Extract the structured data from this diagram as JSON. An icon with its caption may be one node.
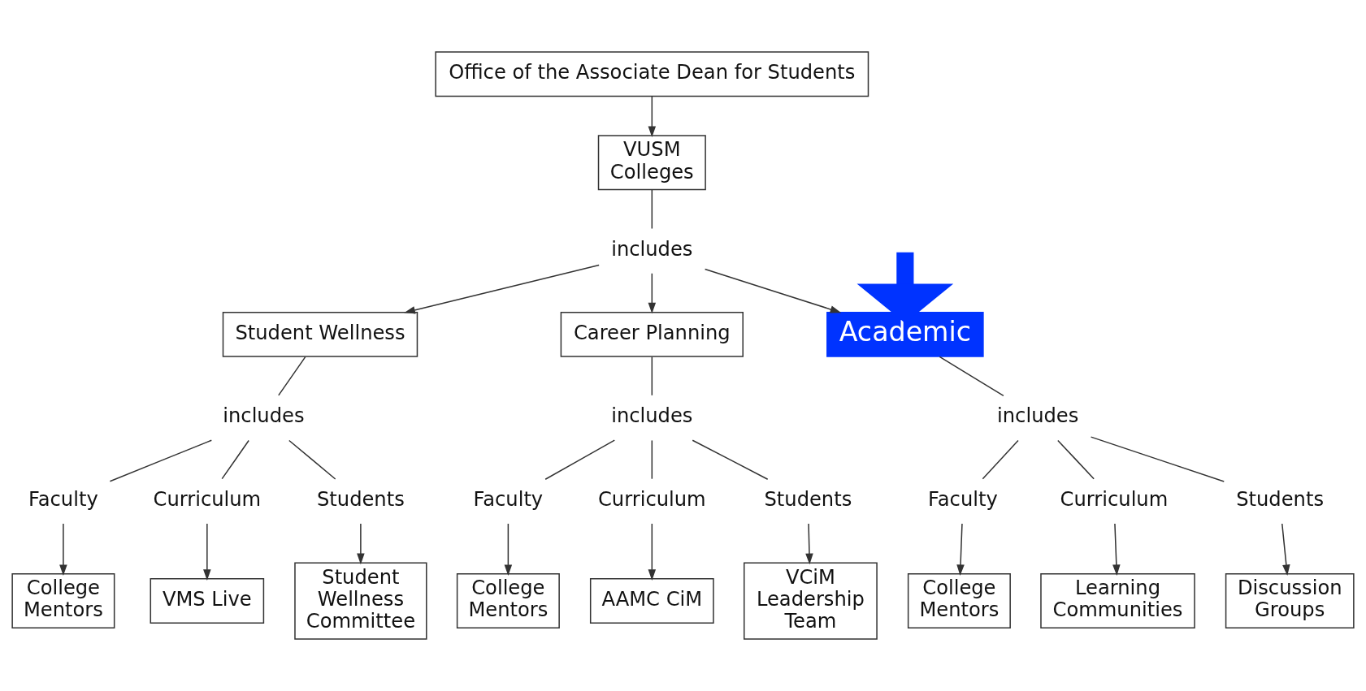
{
  "diagram": {
    "nodes": [
      {
        "text": [
          "Office of the Associate Dean for Students"
        ]
      },
      {
        "text": [
          "VUSM Colleges"
        ]
      },
      {
        "text": [
          "includes"
        ]
      },
      {
        "text": [
          "Student Wellness"
        ]
      },
      {
        "text": [
          "Career Planning"
        ]
      },
      {
        "text": [
          "Academic"
        ]
      },
      {
        "text": [
          "includes"
        ]
      },
      {
        "text": [
          "includes"
        ]
      },
      {
        "text": [
          "includes"
        ]
      },
      {
        "text": [
          "Faculty"
        ]
      },
      {
        "text": [
          "Curriculum"
        ]
      },
      {
        "text": [
          "Students"
        ]
      },
      {
        "text": [
          "Faculty"
        ]
      },
      {
        "text": [
          "Curriculum"
        ]
      },
      {
        "text": [
          "Students"
        ]
      },
      {
        "text": [
          "Faculty"
        ]
      },
      {
        "text": [
          "Curriculum"
        ]
      },
      {
        "text": [
          "Students"
        ]
      },
      {
        "text": [
          "College Mentors"
        ]
      },
      {
        "text": [
          "VMS Live"
        ]
      },
      {
        "text": [
          "Student Wellness Committee"
        ]
      },
      {
        "text": [
          "College Mentors"
        ]
      },
      {
        "text": [
          "AAMC CiM"
        ]
      },
      {
        "text": [
          "VCiM Leadership Team"
        ]
      },
      {
        "text": [
          "College Mentors"
        ]
      },
      {
        "text": [
          "Learning Communities"
        ]
      },
      {
        "text": [
          "Discussion Groups"
        ]
      }
    ],
    "edges": [
      {
        "from": 0,
        "to": 1,
        "arrow": "to"
      },
      {
        "from": 1,
        "to": 2,
        "arrow": "none"
      },
      {
        "from": 2,
        "to": 3,
        "arrow": "to"
      },
      {
        "from": 2,
        "to": 4,
        "arrow": "to"
      },
      {
        "from": 2,
        "to": 5,
        "arrow": "to"
      },
      {
        "from": 3,
        "to": 6,
        "arrow": "none"
      },
      {
        "from": 4,
        "to": 7,
        "arrow": "none"
      },
      {
        "from": 5,
        "to": 8,
        "arrow": "none"
      },
      {
        "from": 6,
        "to": 9,
        "arrow": "none"
      },
      {
        "from": 6,
        "to": 10,
        "arrow": "none"
      },
      {
        "from": 6,
        "to": 11,
        "arrow": "none"
      },
      {
        "from": 7,
        "to": 12,
        "arrow": "none"
      },
      {
        "from": 7,
        "to": 13,
        "arrow": "none"
      },
      {
        "from": 7,
        "to": 14,
        "arrow": "none"
      },
      {
        "from": 8,
        "to": 15,
        "arrow": "none"
      },
      {
        "from": 8,
        "to": 16,
        "arrow": "none"
      },
      {
        "from": 8,
        "to": 17,
        "arrow": "none"
      },
      {
        "from": 9,
        "to": 18,
        "arrow": "to"
      },
      {
        "from": 10,
        "to": 19,
        "arrow": "to"
      },
      {
        "from": 11,
        "to": 20,
        "arrow": "to"
      },
      {
        "from": 12,
        "to": 21,
        "arrow": "to"
      },
      {
        "from": 13,
        "to": 22,
        "arrow": "to"
      },
      {
        "from": 14,
        "to": 23,
        "arrow": "to"
      },
      {
        "from": 15,
        "to": 24,
        "arrow": "to"
      },
      {
        "from": 16,
        "to": 25,
        "arrow": "to"
      },
      {
        "from": 17,
        "to": 26,
        "arrow": "to"
      },
      {
        "from": null,
        "to": 5,
        "arrow": "to",
        "style": "thick",
        "color": "#0033ff"
      }
    ]
  }
}
